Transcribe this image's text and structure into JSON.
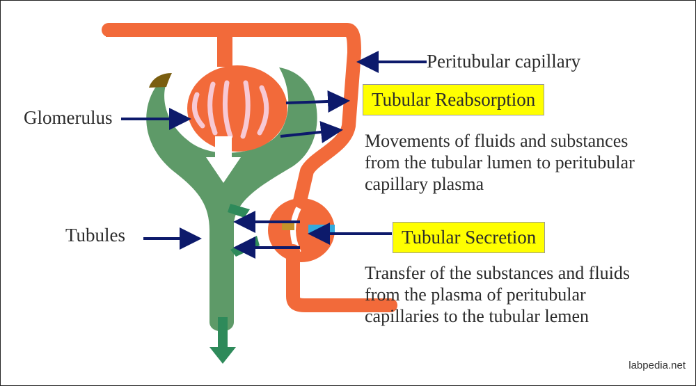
{
  "labels": {
    "peritubular": "Peritubular capillary",
    "glomerulus": "Glomerulus",
    "tubules": "Tubules"
  },
  "reabsorption": {
    "title": "Tubular Reabsorption",
    "lines": [
      "Movements of fluids and substances",
      "from the tubular lumen to peritubular",
      "capillary plasma"
    ]
  },
  "secretion": {
    "title": "Tubular Secretion",
    "lines": [
      "Transfer of the substances and fluids",
      "from the plasma of peritubular",
      "capillaries to the tubular lemen"
    ]
  },
  "watermark": "labpedia.net",
  "colors": {
    "capillary": "#f26a3a",
    "tubule": "#5e9a68",
    "arrow": "#0d1a6b",
    "highlight": "#ffff00",
    "inner_arc": "#f7c9d4"
  }
}
